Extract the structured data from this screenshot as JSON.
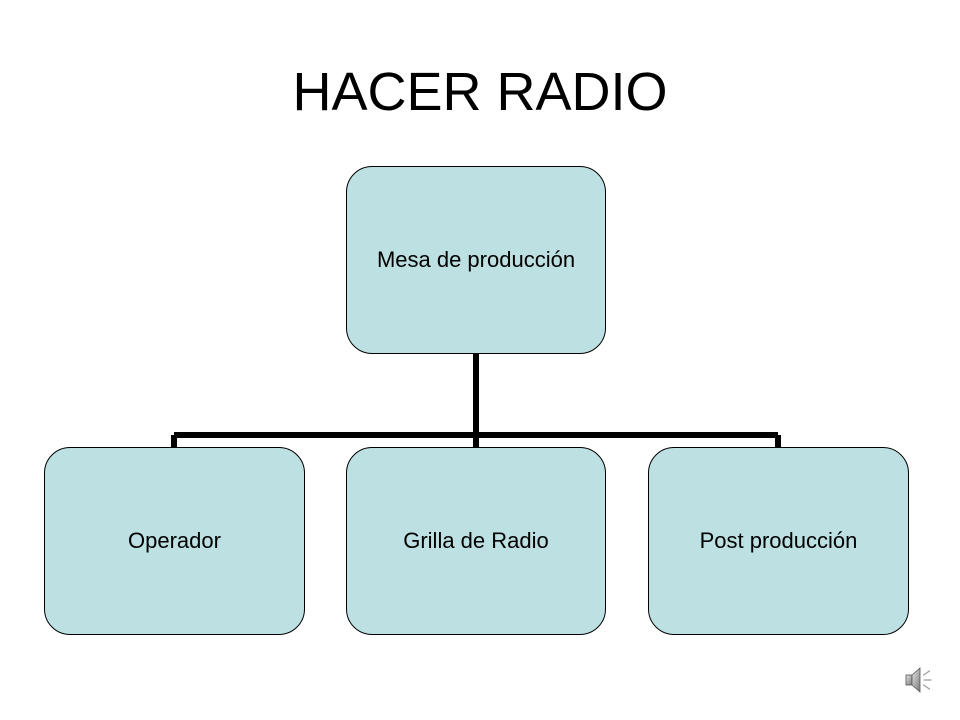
{
  "title": "HACER RADIO",
  "colors": {
    "node_fill": "#bde0e2",
    "node_border": "#000000",
    "connector": "#000000"
  },
  "diagram": {
    "root": {
      "label": "Mesa de producción"
    },
    "children": [
      {
        "label": "Operador"
      },
      {
        "label": "Grilla de Radio"
      },
      {
        "label": "Post producción"
      }
    ]
  },
  "icons": {
    "audio": "speaker-icon"
  }
}
